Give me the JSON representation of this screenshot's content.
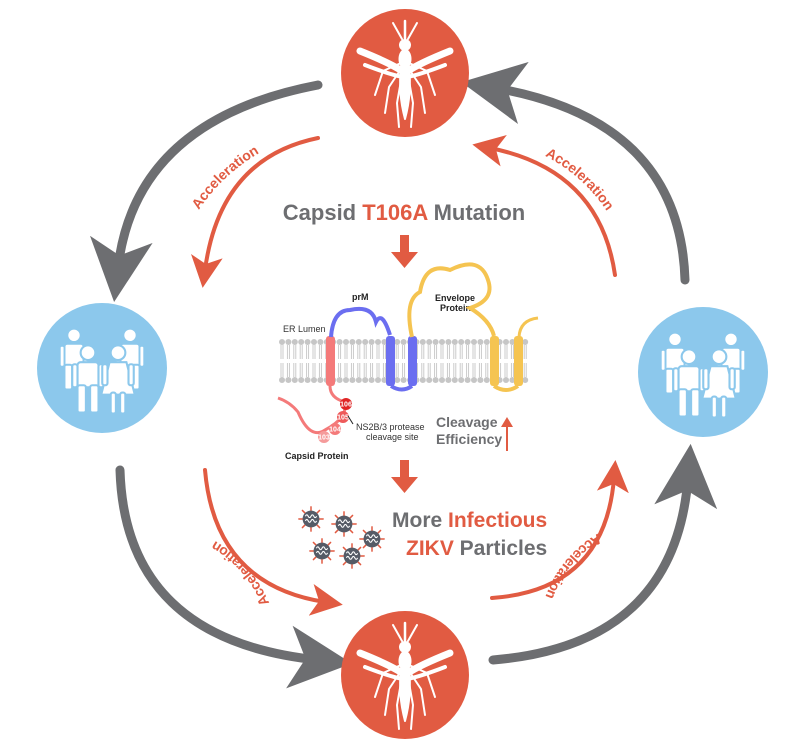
{
  "title": {
    "prefix": "Capsid ",
    "mutation": "T106A",
    "suffix": " Mutation"
  },
  "acceleration_label": "Acceleration",
  "membrane": {
    "er_lumen": "ER Lumen",
    "prm": "prM",
    "envelope_line1": "Envelope",
    "envelope_line2": "Protein",
    "capsid_protein": "Capsid Protein",
    "cleavage_site_line1": "NS2B/3 protease",
    "cleavage_site_line2": "cleavage site",
    "residues": [
      "106",
      "105",
      "104",
      "103"
    ]
  },
  "cleavage": {
    "line1": "Cleavage",
    "line2": "Efficiency"
  },
  "result": {
    "more": "More ",
    "infectious": "Infectious",
    "zikv": "ZIKV",
    "particles": " Particles"
  },
  "colors": {
    "accent": "#e15b42",
    "gray_arrow": "#6d6e71",
    "people_circle": "#8cc8ec",
    "prm": "#6b6ef0",
    "envelope": "#f5c451",
    "capsid": "#f47a7a"
  },
  "icons": [
    "mosquito-icon",
    "people-icon",
    "virus-particle-icon"
  ]
}
